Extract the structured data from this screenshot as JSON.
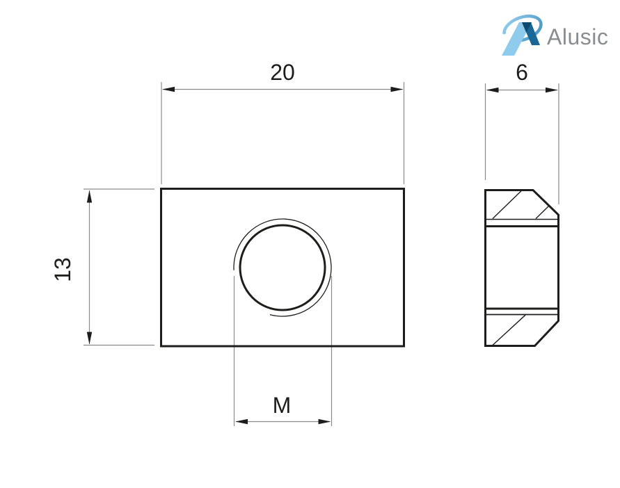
{
  "brand": {
    "name": "Alusic"
  },
  "drawing": {
    "front_view": {
      "width_label": "20",
      "height_label": "13",
      "thread_label": "M"
    },
    "side_view": {
      "depth_label": "6"
    }
  },
  "colors": {
    "outline": "#1d1d1b",
    "dimension_line": "#8a8a8a",
    "arrow": "#1d1d1b",
    "logo_light_blue": "#8ECBEC",
    "logo_dark_blue": "#186795",
    "logo_overlap_blue": "#0d4a70",
    "logo_swoosh_from": "#97D0EE",
    "logo_swoosh_to": "#3C8EBE",
    "logo_text": "#8a8d90"
  }
}
